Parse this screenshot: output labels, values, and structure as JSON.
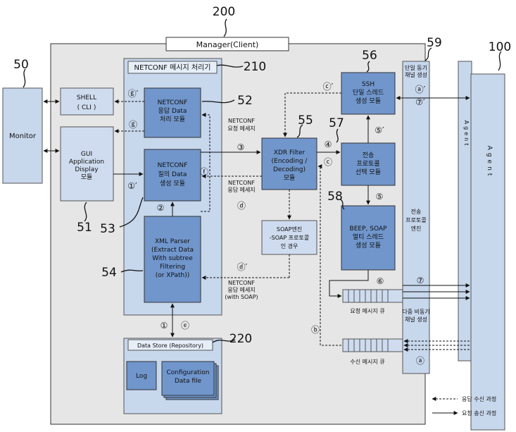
{
  "refs": {
    "r200": "200",
    "r50": "50",
    "r52": "52",
    "r55": "55",
    "r56": "56",
    "r57": "57",
    "r58": "58",
    "r59": "59",
    "r100": "100",
    "r210": "210",
    "r51": "51",
    "r53": "53",
    "r54": "54",
    "r220": "220"
  },
  "manager": "Manager(Client)",
  "processor": "NETCONF 메시지 처리기",
  "monitor": "Monitor",
  "shell": [
    "SHELL",
    "( CLI )"
  ],
  "gui": [
    "GUI",
    "Application",
    "Display",
    "모듈"
  ],
  "resp_mod": [
    "NETCONF",
    "응답 Data",
    "처리 모듈"
  ],
  "query_mod": [
    "NETCONF",
    "질의 Data",
    "생성 모듈"
  ],
  "xml_parser": [
    "XML Parser",
    "(Extract Data",
    "With subtree",
    "Filtering",
    "(or XPath))"
  ],
  "data_store": "Data Store (Repository)",
  "log": "Log",
  "config": [
    "Configuration",
    "Data file"
  ],
  "xdr": [
    "XDR Filter",
    "(Encoding /",
    "Decoding)",
    "모듈"
  ],
  "soap_engine": [
    "SOAP엔진",
    "-SOAP 프로토콜",
    "인 경우"
  ],
  "ssh": [
    "SSH",
    "단일 스레드",
    "생성 모듈"
  ],
  "proto_sel": [
    "전송",
    "프로토콜",
    "선택 모듈"
  ],
  "beep": [
    "BEEP, SOAP",
    "멀티 스레드",
    "생성 모듈"
  ],
  "transport_engine": [
    "전송",
    "프로토콜",
    "엔진"
  ],
  "single_sync": [
    "단일 동기",
    "채널 생성"
  ],
  "multi_async": [
    "다중 비동기",
    "채널 생성"
  ],
  "agent": "Agent",
  "netconf_req": [
    "NETCONF",
    "요청 메세지"
  ],
  "netconf_resp": [
    "NETCONF",
    "응답 메세지"
  ],
  "netconf_resp_soap": [
    "NETCONF",
    "응답 메세지",
    "(with SOAP)"
  ],
  "req_queue": "요청 메시지 큐",
  "recv_queue": "수신 메시지 큐",
  "step": {
    "s1": "①",
    "s1p": "①′",
    "s2": "②",
    "s3": "③",
    "s4": "④",
    "s5": "⑤",
    "s5p": "⑤′",
    "s6": "⑥",
    "s7": "⑦",
    "s7p": "⑦′",
    "a": "ⓐ",
    "ap": "ⓐ′",
    "b": "ⓑ",
    "c": "ⓒ",
    "cp": "ⓒ′",
    "d": "ⓓ",
    "dp": "ⓓ′",
    "e": "ⓔ",
    "f": "ⓕ",
    "g": "ⓖ",
    "gp": "ⓖ′"
  },
  "legend": {
    "resp": "응답 수신 과정",
    "req": "요청 송신 과정"
  },
  "colors": {
    "outer": "#e6e6e6",
    "panel": "#c7d7ec",
    "module": "#7096cc",
    "light": "#cfdcef"
  }
}
